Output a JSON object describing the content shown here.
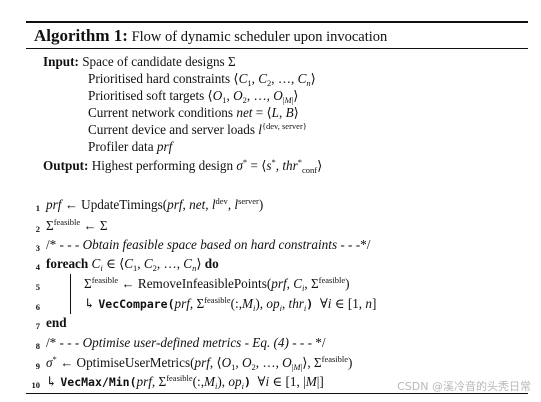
{
  "algorithm": {
    "label": "Algorithm 1:",
    "title": "Flow of dynamic scheduler upon invocation"
  },
  "input": {
    "keyword": "Input:",
    "items": [
      "Space of candidate designs Σ",
      "Prioritised hard constraints ⟨C₁, C₂, …, Cₙ⟩",
      "Prioritised soft targets ⟨O₁, O₂, …, O|M|⟩",
      "Current network conditions net = ⟨L, B⟩",
      "Current device and server loads l^{dev, server}",
      "Profiler data prf"
    ]
  },
  "output": {
    "keyword": "Output:",
    "text": "Highest performing design σ* = ⟨s*, thr*conf⟩"
  },
  "lines": [
    {
      "num": "1",
      "text": "prf ← UpdateTimings(prf, net, l^dev, l^server)"
    },
    {
      "num": "2",
      "text": "Σ^feasible ← Σ"
    },
    {
      "num": "3",
      "text": "/* - - - Obtain feasible space based on hard constraints - - -*/"
    },
    {
      "num": "4",
      "text": "foreach Cᵢ ∈ ⟨C₁, C₂, …, Cₙ⟩ do"
    },
    {
      "num": "5",
      "text": "Σ^feasible ← RemoveInfeasiblePoints(prf, Cᵢ, Σ^feasible)"
    },
    {
      "num": "6",
      "text": "↳ VecCompare(prf, Σ^feasible(:,Mᵢ), opᵢ, thrᵢ) ∀i ∈ [1, n]"
    },
    {
      "num": "7",
      "text": "end"
    },
    {
      "num": "8",
      "text": "/* - - - Optimise user-defined metrics - Eq. (4) - - - */"
    },
    {
      "num": "9",
      "text": "σ* ← OptimiseUserMetrics(prf, ⟨O₁, O₂, …, O|M|⟩, Σ^feasible)"
    },
    {
      "num": "10",
      "text": "↳ VecMax/Min(prf, Σ^feasible(:,Mᵢ), opᵢ) ∀i ∈ [1, |M|]"
    }
  ],
  "watermark": "CSDN @溪冷音的头秃日常"
}
